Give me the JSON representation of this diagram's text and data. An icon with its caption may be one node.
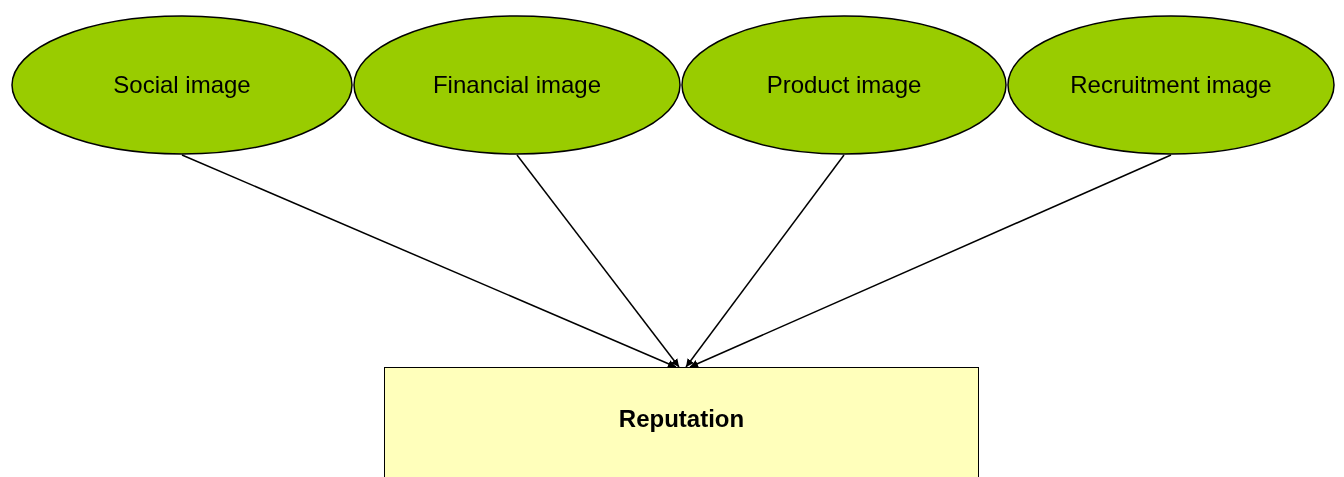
{
  "diagram": {
    "nodes": [
      {
        "text": [
          "Social image"
        ]
      },
      {
        "text": [
          "Financial image"
        ]
      },
      {
        "text": [
          "Product image"
        ]
      },
      {
        "text": [
          "Recruitment image"
        ]
      },
      {
        "text": [
          "Reputation"
        ]
      }
    ],
    "edges": [
      {
        "from": 0,
        "to": 4,
        "arrow": "to"
      },
      {
        "from": 1,
        "to": 4,
        "arrow": "to"
      },
      {
        "from": 2,
        "to": 4,
        "arrow": "to"
      },
      {
        "from": 3,
        "to": 4,
        "arrow": "to"
      }
    ]
  }
}
